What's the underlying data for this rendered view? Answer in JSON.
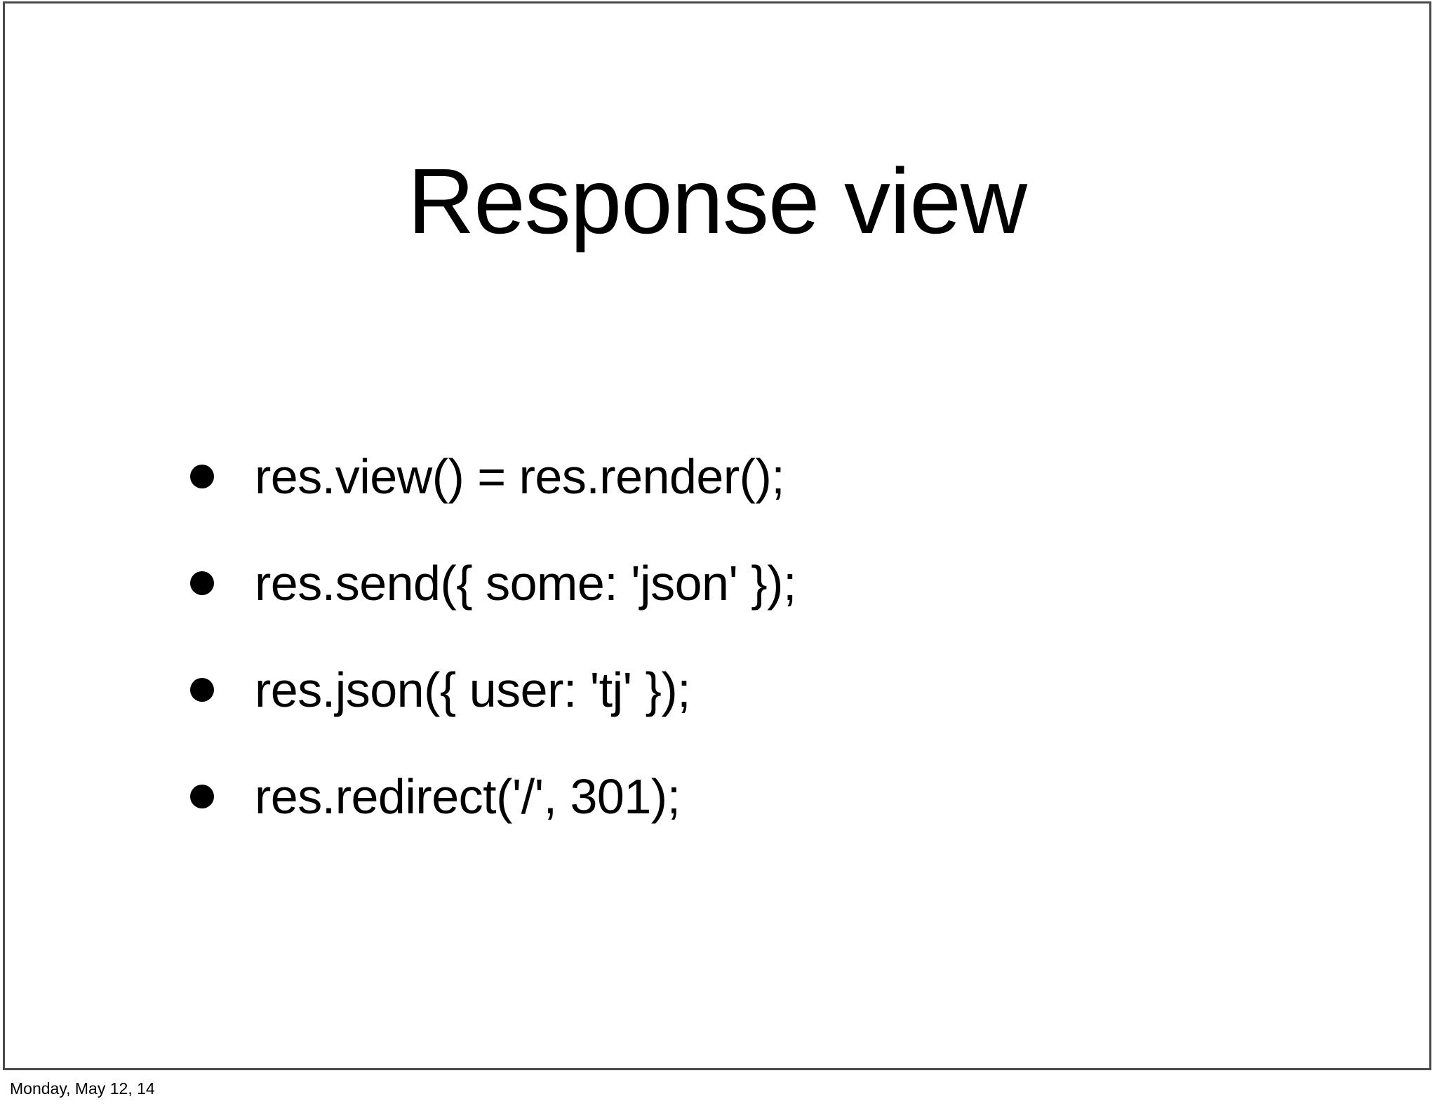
{
  "slide": {
    "title": "Response view",
    "bullets": [
      {
        "text": "res.view() = res.render();",
        "marker": "bullet-dot"
      },
      {
        "text": "res.send({ some: 'json' });",
        "marker": "bullet-dot"
      },
      {
        "text": "res.json({ user: 'tj' });",
        "marker": "bullet-dot"
      },
      {
        "text": "res.redirect('/', 301);",
        "marker": "bullet-dot"
      }
    ]
  },
  "footer": {
    "date": "Monday, May 12, 14"
  },
  "colors": {
    "background": "#ffffff",
    "text": "#000000",
    "frame_border": "#4a4a4a"
  }
}
